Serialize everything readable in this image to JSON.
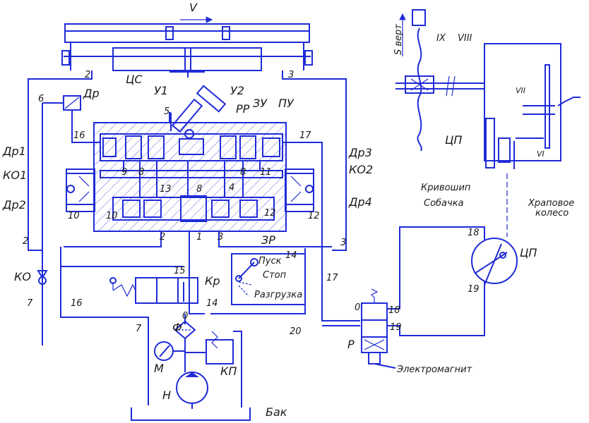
{
  "labels": {
    "v": "V",
    "cs": "ЦС",
    "u1": "У1",
    "u2": "У2",
    "rr": "РР",
    "zu": "ЗУ",
    "pu": "ПУ",
    "dr": "Др",
    "dr1": "Др1",
    "ko1": "КО1",
    "dr2": "Др2",
    "dr3": "Др3",
    "ko2": "КО2",
    "dr4": "Др4",
    "zr": "ЗР",
    "ko": "КО",
    "kr": "Кр",
    "pusk": "Пуск",
    "stop": "Стоп",
    "razgruzka": "Разгрузка",
    "f": "Ф",
    "m": "М",
    "kp": "КП",
    "h": "Н",
    "bak": "Бак",
    "p": "Р",
    "elektromagnit": "Электромагнит",
    "cp_right": "ЦП",
    "cp_top": "ЦП",
    "krivoship": "Кривошип",
    "sobachka": "Собачка",
    "hrapovoe": "Храповое",
    "koleso": "колесо",
    "s_vert": "S верт",
    "ix": "IX",
    "viii": "VIII",
    "vii": "VII",
    "vi": "VI"
  },
  "numbers": {
    "n2a": "2",
    "n3a": "3",
    "n5": "5",
    "n6": "6",
    "n16a": "16",
    "n17a": "17",
    "n9": "9",
    "n8a": "8",
    "n13": "13",
    "n8b": "8",
    "n4": "4",
    "n8c": "8",
    "n11": "11",
    "n10a": "10",
    "n10b": "10",
    "n12a": "12",
    "n12b": "12",
    "n2b": "2",
    "n1": "1",
    "n3b": "3",
    "n2c": "2",
    "n3c": "3",
    "n14a": "14",
    "n15": "15",
    "n14b": "14",
    "n7a": "7",
    "n16b": "16",
    "n17b": "17",
    "n7b": "7",
    "n0a": "0",
    "n20": "20",
    "n0b": "0",
    "n18a": "18",
    "n19a": "19",
    "n18b": "18",
    "n19b": "19"
  }
}
